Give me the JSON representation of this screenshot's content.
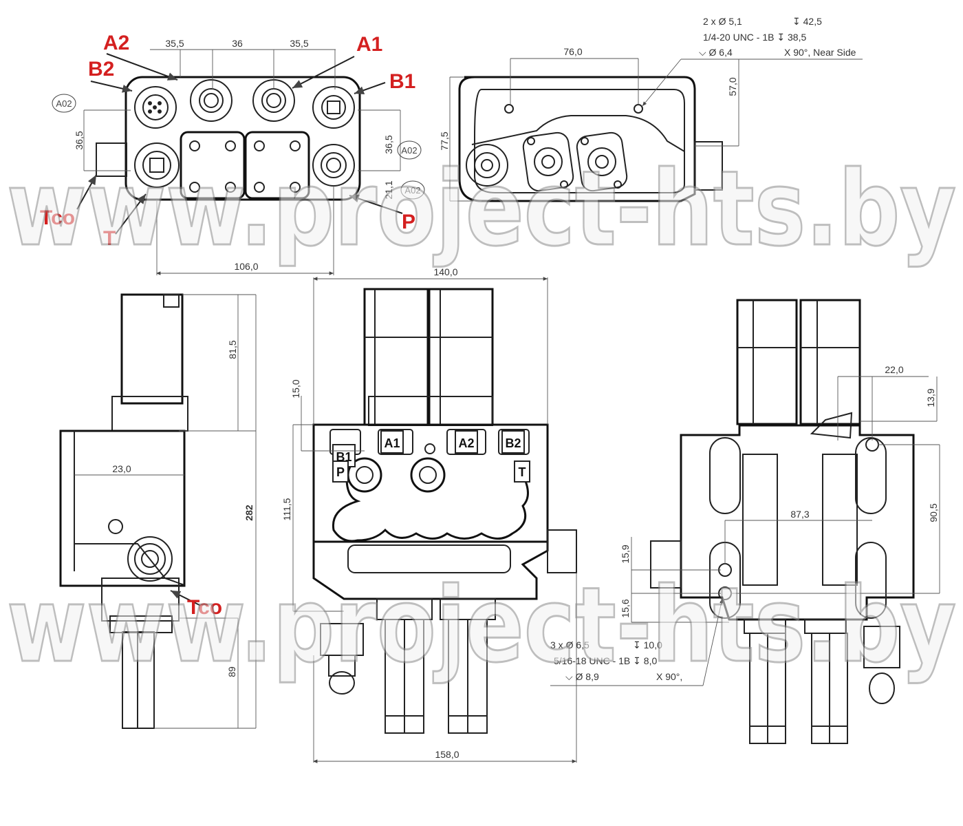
{
  "ports": {
    "a2": "A2",
    "b2": "B2",
    "a1": "A1",
    "b1": "B1",
    "tco": "Tco",
    "t": "T",
    "p": "P"
  },
  "refs": {
    "a02": "A02"
  },
  "top_view": {
    "spacing_1": "35,5",
    "spacing_2": "36",
    "spacing_3": "35,5",
    "height_left": "36,5",
    "height_right": "36,5",
    "offset": "21,1",
    "width_bottom": "106,0"
  },
  "side_view_top": {
    "width": "76,0",
    "height_outer": "77,5",
    "height_inner": "57,0"
  },
  "hole_note_1": {
    "line1_a": "2 x Ø 5,1",
    "line1_b": "↧ 42,5",
    "line2": "1/4-20 UNC - 1B ↧ 38,5",
    "line3_a": "⌵ Ø 6,4",
    "line3_b": "X 90°, Near Side"
  },
  "left_view": {
    "h1": "81,5",
    "w1": "23,0",
    "total": "282",
    "h2": "89"
  },
  "front_view": {
    "width_top": "140,0",
    "h_top": "15,0",
    "h_body": "111,5",
    "width_bottom": "158,0",
    "labels": {
      "b1": "B1",
      "a1": "A1",
      "a2": "A2",
      "b2": "B2",
      "p": "P",
      "t": "T"
    }
  },
  "hole_note_2": {
    "line1_a": "3 x Ø 6,5",
    "line1_b": "↧ 10,0",
    "line2": "5/16-18 UNC - 1B ↧ 8,0",
    "line3_a": "⌵ Ø 8,9",
    "line3_b": "X 90°,"
  },
  "rear_view": {
    "w_top": "22,0",
    "h_top": "13,9",
    "w_mid": "87,3",
    "h_mid": "90,5",
    "h1": "15,9",
    "h2": "15,6"
  },
  "watermark": {
    "text": "www.project-hts.by"
  }
}
